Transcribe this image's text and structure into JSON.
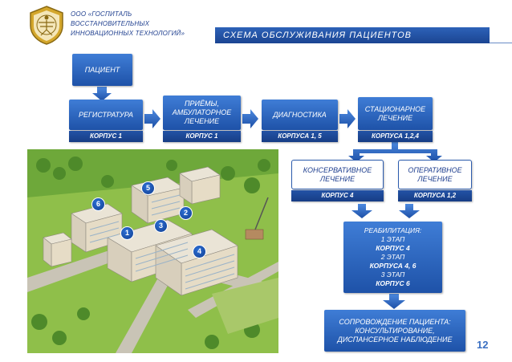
{
  "header": {
    "org_name": "ООО «ГОСПИТАЛЬ ВОССТАНОВИТЕЛЬНЫХ ИННОВАЦИОННЫХ ТЕХНОЛОГИЙ»",
    "title": "СХЕМА ОБСЛУЖИВАНИЯ ПАЦИЕНТОВ"
  },
  "nodes": {
    "patient": "ПАЦИЕНТ",
    "registration": {
      "label": "РЕГИСТРАТУРА",
      "building": "КОРПУС 1"
    },
    "outpatient": {
      "label": "ПРИЁМЫ, АМБУЛАТОРНОЕ ЛЕЧЕНИЕ",
      "building": "КОРПУС 1"
    },
    "diagnostics": {
      "label": "ДИАГНОСТИКА",
      "building": "КОРПУСА 1, 5"
    },
    "inpatient": {
      "label": "СТАЦИОНАРНОЕ ЛЕЧЕНИЕ",
      "building": "КОРПУСА 1,2,4"
    },
    "conservative": {
      "label": "КОНСЕРВАТИВНОЕ ЛЕЧЕНИЕ",
      "building": "КОРПУС 4"
    },
    "surgical": {
      "label": "ОПЕРАТИВНОЕ ЛЕЧЕНИЕ",
      "building": "КОРПУСА 1,2"
    },
    "rehabilitation": {
      "title": "РЕАБИЛИТАЦИЯ:",
      "stage1": "1 ЭТАП",
      "stage1_building": "КОРПУС 4",
      "stage2": "2 ЭТАП",
      "stage2_building": "КОРПУСА 4, 6",
      "stage3": "3 ЭТАП",
      "stage3_building": "КОРПУС 6"
    },
    "followup": "СОПРОВОЖДЕНИЕ ПАЦИЕНТА: КОНСУЛЬТИРОВАНИЕ, ДИСПАНСЕРНОЕ НАБЛЮДЕНИЕ"
  },
  "map": {
    "building_numbers": [
      "1",
      "2",
      "3",
      "4",
      "5",
      "6"
    ]
  },
  "page_number": "12",
  "colors": {
    "box_blue": "#2a63c0",
    "tag_blue": "#1b438e",
    "arrow_blue": "#2e6fd0",
    "text_blue": "#1f3f8f"
  }
}
